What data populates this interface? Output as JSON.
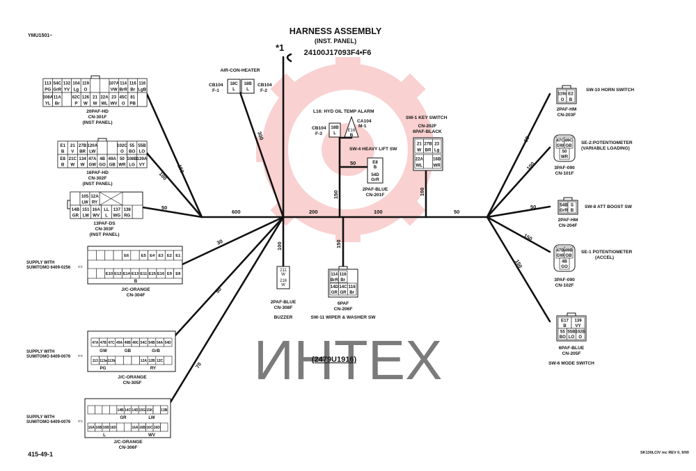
{
  "doc": {
    "ref": "YMU1501~",
    "title": "HARNESS ASSEMBLY",
    "subtitle": "(INST. PANEL)",
    "part_no": "24100J17093F4•F6",
    "note_mark": "*1",
    "drawing_no": "(2479U1916)",
    "page_id": "415-49-1",
    "footer_right": "SK130LCIV mc REV 0, 9/00",
    "watermark_text": "ИНТЕХ",
    "accent_color": "#e8322e"
  },
  "labels": {
    "air_con": "AIR-CON-HEATER",
    "cb104_f1": "CB104",
    "f1": "F-1",
    "cb104_f2": "CB104",
    "f2": "F-2",
    "l16": "L16: HYD OIL TEMP ALARM",
    "cb104_f3": "CB104",
    "f3": "F-3",
    "ca104": "CA104",
    "m1": "M-1",
    "sw4": "SW-4 HEAVY LIFT SW",
    "sw4_conn1": "2PAF-BLUE",
    "sw4_conn2": "CN-201F",
    "sw1": "SW-1  KEY SWITCH",
    "cn202_1": "CN-202F",
    "cn202_2": "6PAF-BLACK",
    "buzzer_1": "2PAF-BLUE",
    "buzzer_2": "CN-308F",
    "buzzer_3": "BUZZER",
    "sw11_1": "6PAF",
    "sw11_2": "CN-206F",
    "sw11_3": "SW-11  WIPER & WASHER SW",
    "sw10": "SW-10  HORN SWITCH",
    "sw10_c1": "2PAF-HM",
    "sw10_c2": "CN-203F",
    "se2_1": "SE-2:POTENTIOMETER",
    "se2_2": "(VARIABLE LOADING)",
    "se2_c1": "3PAF-090",
    "se2_c2": "CN-101F",
    "sw8": "SW-8  ATT BOOST SW",
    "sw8_c1": "2PAF-HM",
    "sw8_c2": "CN-204F",
    "se1_1": "SE-1  POTENTIOMETER",
    "se1_2": "(ACCEL)",
    "se1_c1": "3PAF-090",
    "se1_c2": "CN-102F",
    "sw6_c1": "6PAF-BLUE",
    "sw6_c2": "CN-205F",
    "sw6": "SW-6  MODE SWITCH",
    "cn301_1": "20PAF-HD",
    "cn301_2": "CN-301F",
    "cn301_3": "(INST PANEL)",
    "cn302_1": "16PAF-HD",
    "cn302_2": "CN-302F",
    "cn302_3": "(INST PANEL)",
    "cn303_1": "13PAF-DS",
    "cn303_2": "CN-303F",
    "cn303_3": "(INST PANEL)",
    "supply1_1": "SUPPLY WITH",
    "supply1_2": "SUMITOMO  6409-0256",
    "cn304_1": "J/C-ORANGE",
    "cn304_2": "CN-304F",
    "supply2_1": "SUPPLY WITH",
    "supply2_2": "SUMITOMO  6409-0076",
    "cn305_1": "J/C-ORANGE",
    "cn305_2": "CN-305F",
    "supply3_1": "SUPPLY WITH",
    "supply3_2": "SUMITOMO  6409-0076",
    "cn306_1": "J/C-ORANGE",
    "cn306_2": "CN-306F"
  },
  "lengths": {
    "l300": "300",
    "l150a": "150",
    "l100a": "100",
    "l50a": "50",
    "l600": "600",
    "l200": "200",
    "l100b": "100",
    "l50b": "50",
    "l50c": "50",
    "l150b": "150",
    "l100c": "100",
    "l30": "30",
    "l50d": "50",
    "l70": "70",
    "l100d": "100",
    "l150c": "150",
    "r50a": "50",
    "r100": "100",
    "r50b": "50",
    "r150a": "150",
    "r150b": "150"
  },
  "connectors": {
    "cn301_top": [
      "113 PG",
      "54C GrR",
      "132 YV",
      "104 Lg",
      "119 O",
      "",
      "",
      "107A VW",
      "114 BrR",
      "116 Br",
      "116 LgB"
    ],
    "cn301_bot": [
      "108A YL",
      "11A Br",
      "",
      "62C P",
      "126 W",
      "21 W",
      "22A WL",
      "23 WV",
      "45C O",
      "81 PB",
      ""
    ],
    "cn302_top": [
      "E1 B",
      "21 V",
      "27B BR",
      "120A LW",
      "",
      "",
      "102C O",
      "55 BO",
      "55B LO"
    ],
    "cn302_bot": [
      "E8 B",
      "21C W",
      "134 W",
      "47A GW",
      "4B GO",
      "49A GB",
      "50 WR",
      "108B LG",
      "139A VY"
    ],
    "cn303_top": [
      "",
      "105 LW",
      "12A RY"
    ],
    "cn303_bot": [
      "14B GR",
      "151 LW",
      "16A WV",
      "LL L",
      "137 WG",
      "138 RG",
      ""
    ],
    "cn304_top": [
      "",
      "",
      "",
      "",
      "E6",
      "",
      "E5",
      "E4",
      "E3",
      "E2",
      "E1"
    ],
    "cn304_bot": [
      "",
      "",
      "E10",
      "E12",
      "E14",
      "E13",
      "E11",
      "E15",
      "E16",
      "E9",
      "E8"
    ],
    "cn304_under": "B",
    "cn305_top": [
      "47A",
      "47B",
      "47C",
      "49A",
      "49B",
      "49C",
      "54C",
      "54B",
      "54A",
      "54D"
    ],
    "cn305_mid": [
      "GW",
      "GB",
      "GrB"
    ],
    "cn305_bot": [
      "113",
      "113a",
      "113b",
      "",
      "",
      "",
      "12A",
      "12B",
      "12C",
      ""
    ],
    "cn305_under": [
      "PG",
      "RY"
    ],
    "cn306_top": [
      "",
      "",
      "",
      "",
      "14B",
      "14C",
      "14D",
      "15G",
      "15K",
      "",
      "13B"
    ],
    "cn306_mid": [
      "GR",
      "LW"
    ],
    "cn306_bot": [
      "16A",
      "16B",
      "16B",
      "16D",
      "",
      "",
      "16A",
      "16B",
      "16C",
      "16D",
      ""
    ],
    "cn306_under": [
      "L",
      "WV"
    ],
    "f1_box": [
      "18C",
      "L",
      ""
    ],
    "f2_box": [
      "18B",
      "L",
      ""
    ],
    "f3_box": [
      "18B",
      "L",
      ""
    ],
    "m1_box": [
      "E16",
      "B"
    ],
    "cn201": [
      "E8",
      "B",
      "54D",
      "GrR"
    ],
    "cn202_top": [
      "21",
      "W",
      "27B",
      "BR",
      "23",
      "Lg"
    ],
    "cn202_bot": [
      "22A",
      "WL",
      "",
      "",
      "16B",
      "WR"
    ],
    "cn308": [
      "211",
      "W",
      "216",
      "W"
    ],
    "cn206_top": [
      "114",
      "BrR",
      "116",
      "Br"
    ],
    "cn206_bot": [
      "14D",
      "GR",
      "14C",
      "GR",
      "116",
      "Br"
    ],
    "cn203": [
      "119a",
      "O",
      "E2",
      "B"
    ],
    "cn101": [
      "47C",
      "GW",
      "49C",
      "GB",
      "50",
      "WR"
    ],
    "cn204": [
      "54B",
      "GrR",
      "S",
      "B"
    ],
    "cn102": [
      "47B",
      "GW",
      "49B",
      "GB",
      "4B",
      "GO"
    ],
    "cn205_top": [
      "E17",
      "B",
      "139",
      "VY"
    ],
    "cn205_bot": [
      "55",
      "BO",
      "55B",
      "LO",
      "102B",
      "O"
    ]
  }
}
